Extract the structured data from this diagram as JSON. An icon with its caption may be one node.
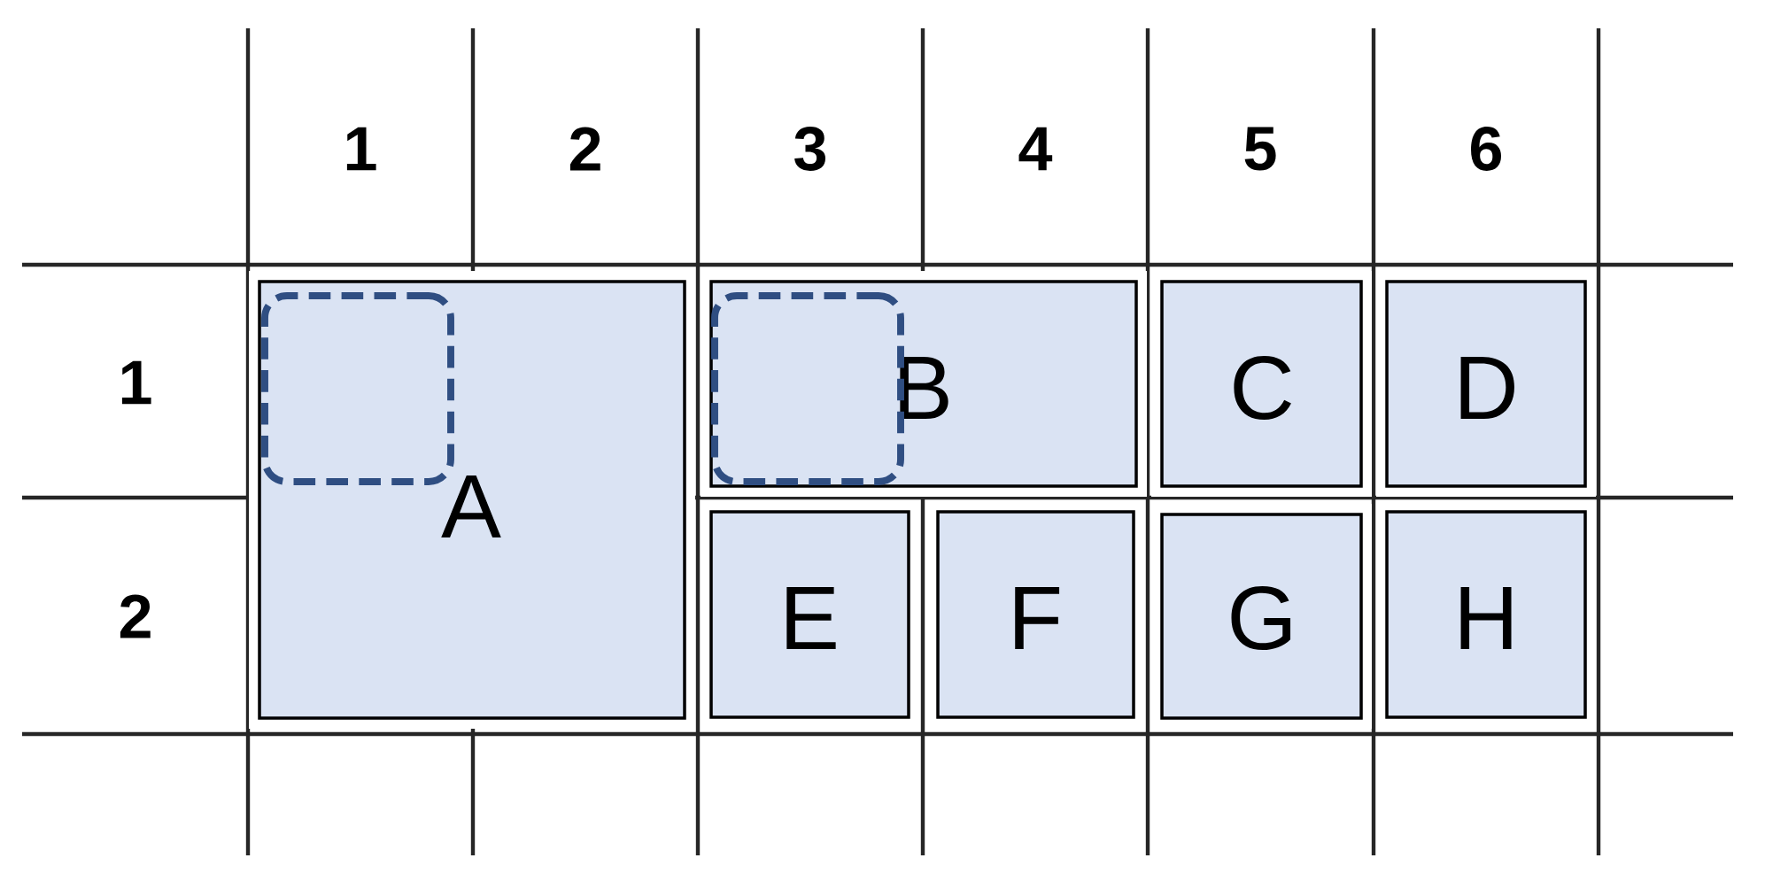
{
  "diagram": {
    "nodes": [
      {
        "text": [
          "A"
        ]
      },
      {
        "text": [],
        "shape": "box",
        "in": 0
      },
      {
        "text": [
          "B"
        ]
      },
      {
        "text": [],
        "shape": "box",
        "in": 2
      },
      {
        "text": [
          "C"
        ]
      },
      {
        "text": [
          "D"
        ]
      },
      {
        "text": [
          "E"
        ]
      },
      {
        "text": [
          "F"
        ]
      },
      {
        "text": [
          "G"
        ]
      },
      {
        "text": [
          "H"
        ]
      }
    ],
    "labels": [
      "1",
      "2",
      "3",
      "4",
      "5",
      "6",
      "1",
      "2"
    ]
  }
}
